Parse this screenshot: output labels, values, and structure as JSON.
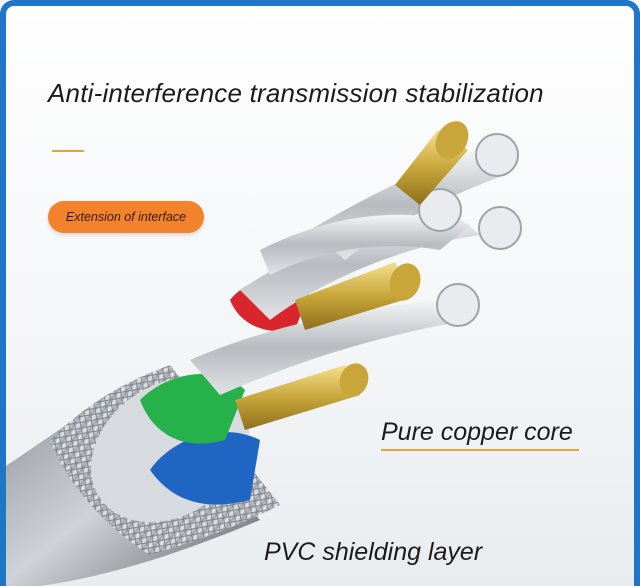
{
  "headline": "Anti-interference transmission stabilization",
  "badge": {
    "label": "Extension of interface",
    "color": "#f3832a"
  },
  "callouts": {
    "core": "Pure copper core",
    "shield": "PVC shielding layer"
  },
  "colors": {
    "frame_border": "#1f76c9",
    "accent_rule": "#e8a23a",
    "insulation": [
      "#27b14a",
      "#d9262c",
      "#1f66c4",
      "#f2f2f2"
    ],
    "copper": "#c8a63a"
  }
}
